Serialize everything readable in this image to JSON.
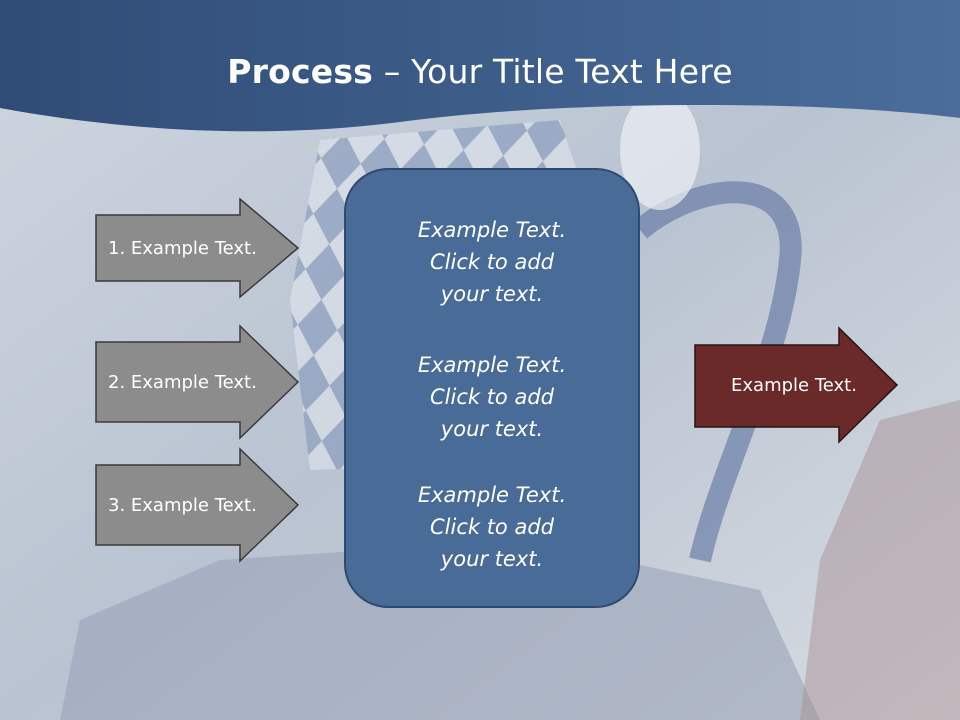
{
  "slide": {
    "title_bold": "Process",
    "title_rest": " – Your Title Text Here"
  },
  "left_arrows": [
    {
      "label": "1. Example Text."
    },
    {
      "label": "2. Example Text."
    },
    {
      "label": "3. Example Text."
    }
  ],
  "center_box": {
    "blocks": [
      {
        "line1": "Example Text.",
        "line2": "Click  to add",
        "line3": "your text."
      },
      {
        "line1": "Example Text.",
        "line2": "Click  to add",
        "line3": "your text."
      },
      {
        "line1": "Example Text.",
        "line2": "Click  to add",
        "line3": "your text."
      }
    ]
  },
  "right_arrow": {
    "label": "Example Text."
  },
  "colors": {
    "header": "#36557f",
    "left_arrow_fill": "#8c8c8c",
    "center_box_fill": "#496b98",
    "right_arrow_fill": "#6b2a2a"
  }
}
